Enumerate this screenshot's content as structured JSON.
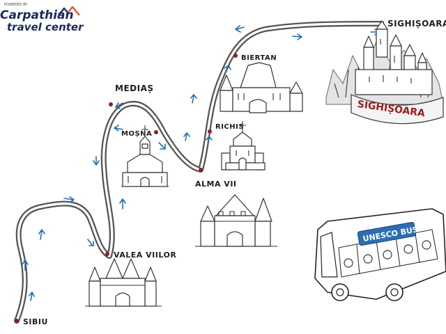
{
  "brand": {
    "powered_by": "POWERED BY",
    "name_line1": "Carpathian",
    "name_line2": "travel center",
    "logo_color": "#e4572e",
    "text_color": "#1a2a5e"
  },
  "route": {
    "color": "#555555",
    "arrow_color": "#1f6fb2",
    "stop_color": "#9b1c1c"
  },
  "stops": [
    {
      "id": "sibiu",
      "name": "SIBIU"
    },
    {
      "id": "valea-viilor",
      "name": "VALEA VIILOR"
    },
    {
      "id": "mosna",
      "name": "MOȘNA"
    },
    {
      "id": "medias",
      "name": "MEDIAȘ"
    },
    {
      "id": "alma-vii",
      "name": "ALMA VII"
    },
    {
      "id": "richis",
      "name": "RICHIS"
    },
    {
      "id": "biertan",
      "name": "BIERTAN"
    },
    {
      "id": "sighisoara",
      "name": "SIGHIȘOARA"
    }
  ],
  "banner": {
    "text": "SIGHIȘOARA",
    "color": "#9b1c1c"
  },
  "bus": {
    "sign": "UNESCO BUS",
    "sign_color": "#2a6fb5"
  }
}
